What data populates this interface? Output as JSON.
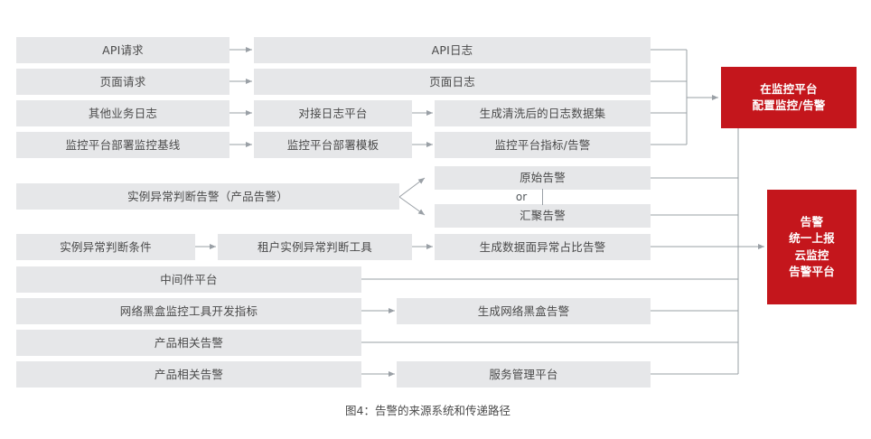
{
  "figure": {
    "caption": "图4：告警的来源系统和传递路径"
  },
  "connector_label": {
    "or": "or"
  },
  "columns": {
    "col1": [
      {
        "id": "api-request",
        "label": "API请求"
      },
      {
        "id": "page-request",
        "label": "页面请求"
      },
      {
        "id": "other-business-log",
        "label": "其他业务日志"
      },
      {
        "id": "monitor-platform-baseline",
        "label": "监控平台部署监控基线"
      },
      {
        "id": "instance-anomaly-alert",
        "label": "实例异常判断告警（产品告警）"
      },
      {
        "id": "instance-anomaly-condition",
        "label": "实例异常判断条件"
      },
      {
        "id": "middleware-platform",
        "label": "中间件平台"
      },
      {
        "id": "network-blackbox-dev-metric",
        "label": "网络黑盒监控工具开发指标"
      },
      {
        "id": "product-related-alert-1",
        "label": "产品相关告警"
      },
      {
        "id": "product-related-alert-2",
        "label": "产品相关告警"
      }
    ],
    "col2": [
      {
        "id": "connect-log-platform",
        "label": "对接日志平台"
      },
      {
        "id": "monitor-platform-template",
        "label": "监控平台部署模板"
      },
      {
        "id": "tenant-instance-anomaly-tool",
        "label": "租户实例异常判断工具"
      }
    ],
    "col3": [
      {
        "id": "api-log",
        "label": "API日志"
      },
      {
        "id": "page-log",
        "label": "页面日志"
      },
      {
        "id": "cleaned-log-dataset",
        "label": "生成清洗后的日志数据集"
      },
      {
        "id": "monitor-platform-metric-alert",
        "label": "监控平台指标/告警"
      },
      {
        "id": "raw-alert",
        "label": "原始告警"
      },
      {
        "id": "aggregated-alert",
        "label": "汇聚告警"
      },
      {
        "id": "data-plane-anomaly-ratio-alert",
        "label": "生成数据面异常占比告警"
      },
      {
        "id": "network-blackbox-alert",
        "label": "生成网络黑盒告警"
      },
      {
        "id": "service-management-platform",
        "label": "服务管理平台"
      }
    ],
    "col4": [
      {
        "id": "configure-monitor-alert",
        "lines": [
          "在监控平台",
          "配置监控/告警"
        ]
      },
      {
        "id": "unified-cloud-alert-platform",
        "lines": [
          "告警",
          "统一上报",
          "云监控",
          "告警平台"
        ]
      }
    ]
  },
  "colors": {
    "node_fill": "#e6e7e9",
    "node_text": "#4a4a4a",
    "accent_red": "#c4161c",
    "accent_red_text": "#ffffff",
    "wire": "#9aa0a6",
    "background": "#ffffff"
  }
}
